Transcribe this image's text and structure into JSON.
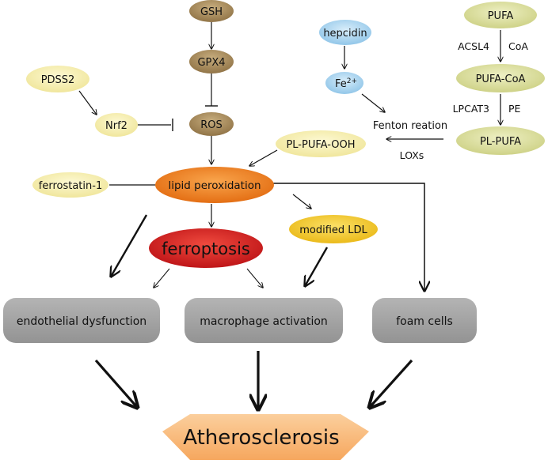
{
  "nodes": {
    "gsh": "GSH",
    "gpx4": "GPX4",
    "ros": "ROS",
    "pdss2": "PDSS2",
    "nrf2": "Nrf2",
    "hepcidin": "hepcidin",
    "fe_base": "Fe",
    "fe_sup": "2+",
    "pufa": "PUFA",
    "pufa_coa": "PUFA-CoA",
    "pl_pufa": "PL-PUFA",
    "pl_pufa_ooh": "PL-PUFA-OOH",
    "lipid_peroxidation": "lipid peroxidation",
    "ferrostatin": "ferrostatin-1",
    "ferroptosis": "ferroptosis",
    "modified_ldl": "modified LDL",
    "endothelial": "endothelial dysfunction",
    "macrophage": "macrophage activation",
    "foam": "foam cells",
    "atherosclerosis": "Atherosclerosis"
  },
  "edge_labels": {
    "acsl4": "ACSL4",
    "coa": "CoA",
    "lpcat3": "LPCAT3",
    "pe": "PE",
    "fenton": "Fenton reation",
    "loxs": "LOXs"
  },
  "colors": {
    "brown": "#a08456",
    "yellow_light": "#f7f0b0",
    "olive_light": "#d9dc9a",
    "blue_light": "#a9d3ee",
    "orange": "#f07f1a",
    "red": "#d7191e",
    "gold": "#f2c21b",
    "gray": "#a6a6a6",
    "peach": "#f8b278"
  }
}
